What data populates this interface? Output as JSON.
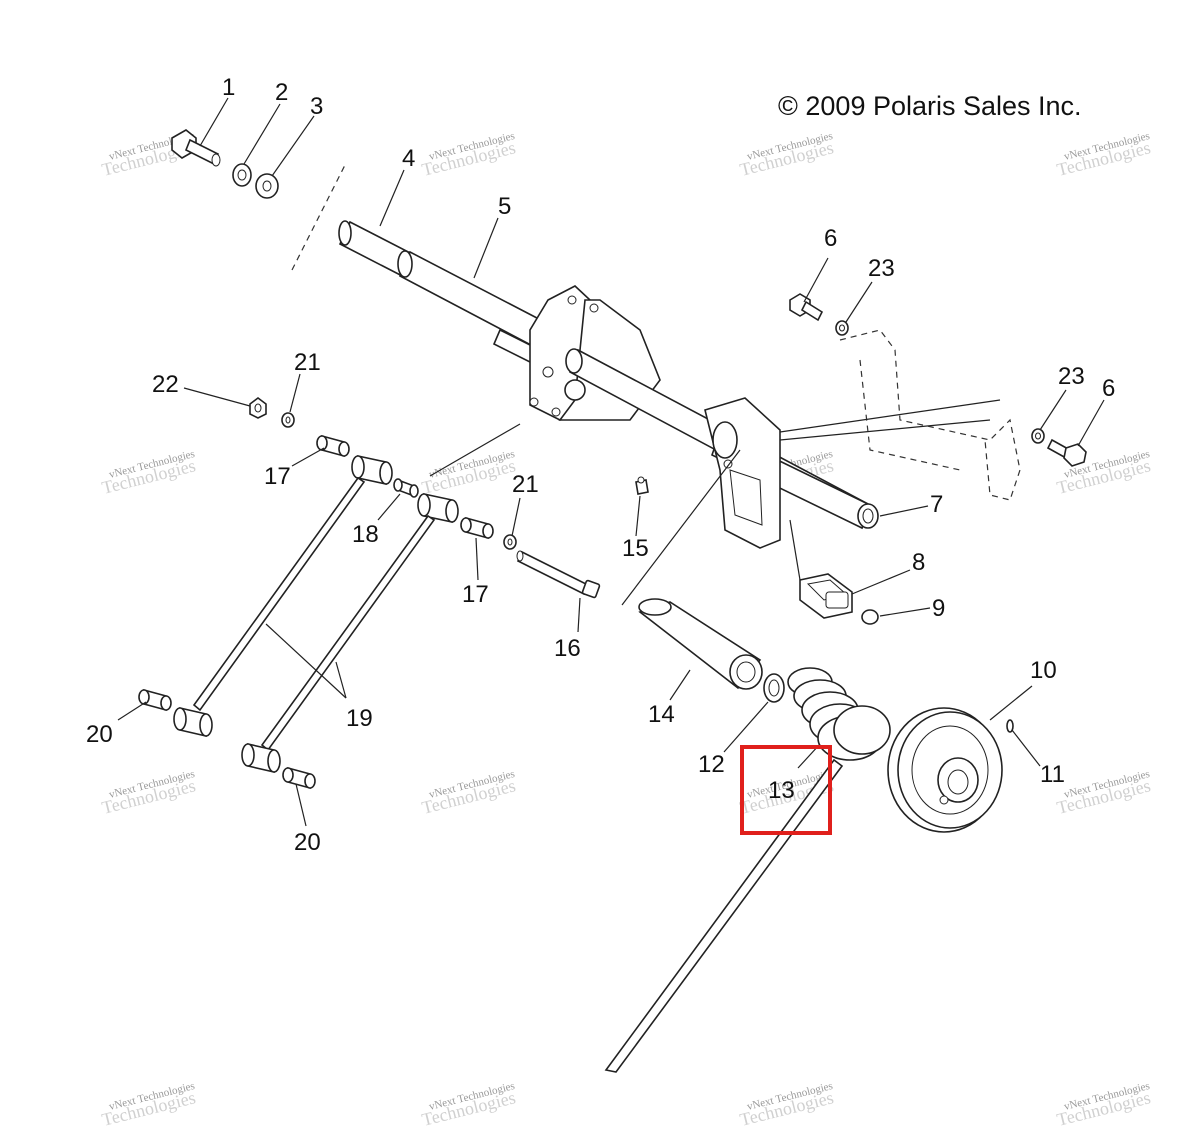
{
  "copyright": "© 2009 Polaris Sales Inc.",
  "watermark": {
    "line1": "vNext Technologies",
    "line2": "Technologies"
  },
  "callouts": [
    "1",
    "2",
    "3",
    "4",
    "5",
    "6",
    "23",
    "21",
    "22",
    "17",
    "18",
    "21",
    "15",
    "7",
    "8",
    "9",
    "17",
    "16",
    "19",
    "20",
    "14",
    "12",
    "13",
    "10",
    "11",
    "20",
    "23",
    "6"
  ],
  "highlight": {
    "label": "13",
    "color": "#e0201c"
  },
  "colors": {
    "line": "#222222",
    "background": "#ffffff"
  }
}
